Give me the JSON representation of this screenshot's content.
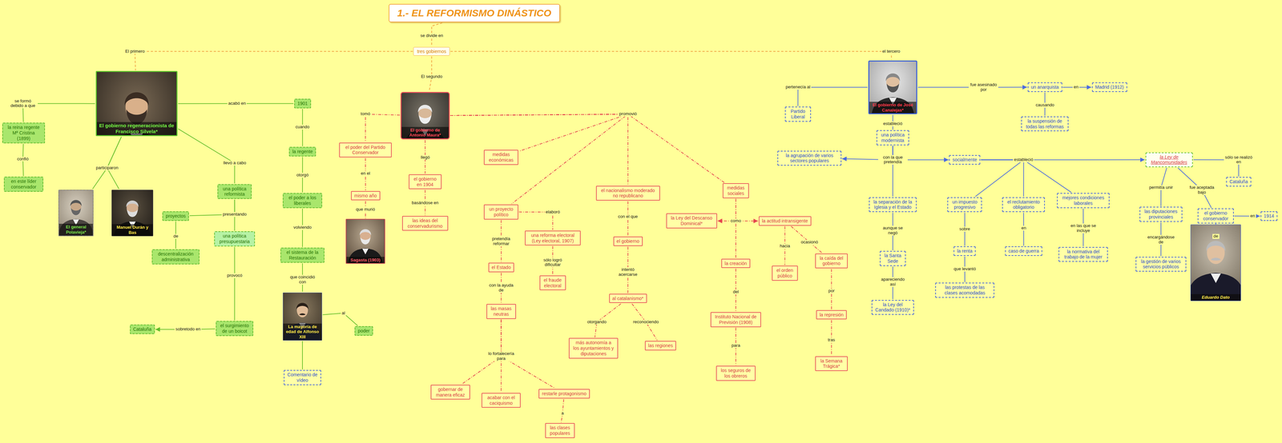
{
  "diagram": {
    "nodes": [
      {
        "text": [
          "1.- EL REFORMISMO DINÁSTICO"
        ]
      },
      {
        "text": [
          "tres gobiernos"
        ]
      },
      {
        "text": [
          "El gobierno regeneracionista de Francisco Silvela*"
        ]
      },
      {
        "text": [
          "la reina regente Mª Cristina (1899)"
        ]
      },
      {
        "text": [
          "en este líder conservador"
        ]
      },
      {
        "text": [
          "El general Polavieja*"
        ]
      },
      {
        "text": [
          "Manuel Durán y Bas"
        ]
      },
      {
        "text": [
          "una política reformista"
        ]
      },
      {
        "text": [
          "proyectos"
        ]
      },
      {
        "text": [
          "descentralización administrativa"
        ]
      },
      {
        "text": [
          "una política presupuestaria"
        ]
      },
      {
        "text": [
          "el surgimiento de un boicot"
        ]
      },
      {
        "text": [
          "Cataluña"
        ]
      },
      {
        "text": [
          "1901"
        ]
      },
      {
        "text": [
          "la regente"
        ]
      },
      {
        "text": [
          "el poder a los liberales"
        ]
      },
      {
        "text": [
          "el sistema de la Restauración"
        ]
      },
      {
        "text": [
          "La mayoría de edad de Alfonso XIII"
        ]
      },
      {
        "text": [
          "poder"
        ]
      },
      {
        "text": [
          "Comentario de vídeo"
        ]
      },
      {
        "text": [
          "El gobierno de Antonio Maura*"
        ]
      },
      {
        "text": [
          "el poder del Partido Conservador"
        ]
      },
      {
        "text": [
          "mismo año"
        ]
      },
      {
        "text": [
          "Sagasta (1903)"
        ]
      },
      {
        "text": [
          "el gobierno en 1904"
        ]
      },
      {
        "text": [
          "las ideas del conservadurismo"
        ]
      },
      {
        "text": [
          "medidas económicas"
        ]
      },
      {
        "text": [
          "un proyecto político"
        ]
      },
      {
        "text": [
          "una reforma electoral (Ley electoral, 1907)"
        ]
      },
      {
        "text": [
          "el fraude electoral"
        ]
      },
      {
        "text": [
          "el Estado"
        ]
      },
      {
        "text": [
          "las masas neutras"
        ]
      },
      {
        "text": [
          "gobernar de manera eficaz"
        ]
      },
      {
        "text": [
          "acabar con el caciquismo"
        ]
      },
      {
        "text": [
          "restarle protagonismo"
        ]
      },
      {
        "text": [
          "las clases populares"
        ]
      },
      {
        "text": [
          "el nacionalismo moderado no republicano"
        ]
      },
      {
        "text": [
          "el gobierno"
        ]
      },
      {
        "text": [
          "al catalanismo*"
        ]
      },
      {
        "text": [
          "más autonomía a los ayuntamientos y diputaciones"
        ]
      },
      {
        "text": [
          "las regiones"
        ]
      },
      {
        "text": [
          "medidas sociales"
        ]
      },
      {
        "text": [
          "la Ley del Descanso Dominical*"
        ]
      },
      {
        "text": [
          "la actitud intransigente"
        ]
      },
      {
        "text": [
          "la creación"
        ]
      },
      {
        "text": [
          "Instituto Nacional de Previsión (1908)"
        ]
      },
      {
        "text": [
          "los seguros de los obreros"
        ]
      },
      {
        "text": [
          "el orden público"
        ]
      },
      {
        "text": [
          "la caída del gobierno"
        ]
      },
      {
        "text": [
          "la represión"
        ]
      },
      {
        "text": [
          "la Semana Trágica*"
        ]
      },
      {
        "text": [
          "El gobierno de José Canalejas*"
        ]
      },
      {
        "text": [
          "Partido Liberal"
        ]
      },
      {
        "text": [
          "un anarquista"
        ]
      },
      {
        "text": [
          "Madrid (1912)"
        ]
      },
      {
        "text": [
          "la suspensión de todas las reformas"
        ]
      },
      {
        "text": [
          "una política modernista"
        ]
      },
      {
        "text": [
          "la agrupación de varios sectores populares"
        ]
      },
      {
        "text": [
          "la separación de la Iglesia y el Estado"
        ]
      },
      {
        "text": [
          "la Santa Sede"
        ]
      },
      {
        "text": [
          "la Ley del Candado (1910)*"
        ]
      },
      {
        "text": [
          "socialmente"
        ]
      },
      {
        "text": [
          "un impuesto progresivo"
        ]
      },
      {
        "text": [
          "la renta"
        ]
      },
      {
        "text": [
          "las protestas de las clases acomodadas"
        ]
      },
      {
        "text": [
          "el reclutamiento obligatorio"
        ]
      },
      {
        "text": [
          "caso de guerra"
        ]
      },
      {
        "text": [
          "mejores condiciones laborales"
        ]
      },
      {
        "text": [
          "la normativa del trabajo de la mujer"
        ]
      },
      {
        "text": [
          "la Ley de Mancomunidades"
        ]
      },
      {
        "text": [
          "Cataluña"
        ]
      },
      {
        "text": [
          "las diputaciones provinciales"
        ]
      },
      {
        "text": [
          "la gestión de varios servicios públicos"
        ]
      },
      {
        "text": [
          "el gobierno conservador"
        ]
      },
      {
        "text": [
          "1914"
        ]
      },
      {
        "text": [
          "Eduardo Dato"
        ]
      }
    ],
    "edges": [
      {
        "from": 0,
        "to": 1,
        "label": "se divide en",
        "arrow": "none"
      },
      {
        "from": 1,
        "to": 2,
        "label": "El primero",
        "arrow": "none"
      },
      {
        "from": 1,
        "to": 20,
        "label": "El segundo",
        "arrow": "none"
      },
      {
        "from": 1,
        "to": 51,
        "label": "el tercero",
        "arrow": "none"
      },
      {
        "from": 2,
        "to": 3,
        "label": "se formó debido a que",
        "arrow": "none"
      },
      {
        "from": 3,
        "to": 4,
        "label": "confió",
        "arrow": "none"
      },
      {
        "from": 2,
        "to": 5,
        "label": "participaron",
        "arrow": "none"
      },
      {
        "from": 2,
        "to": 6,
        "arrow": "none"
      },
      {
        "from": 2,
        "to": 7,
        "label": "llevó a cabo",
        "arrow": "none"
      },
      {
        "from": 7,
        "to": 8,
        "label": "presentando",
        "arrow": "none"
      },
      {
        "from": 7,
        "to": 10,
        "arrow": "none"
      },
      {
        "from": 8,
        "to": 9,
        "label": "de",
        "arrow": "none"
      },
      {
        "from": 10,
        "to": 11,
        "label": "provocó",
        "arrow": "none"
      },
      {
        "from": 11,
        "to": 12,
        "label": "sobretodo en",
        "arrow": "to"
      },
      {
        "from": 2,
        "to": 13,
        "label": "acabó en",
        "arrow": "none"
      },
      {
        "from": 13,
        "to": 14,
        "label": "cuando",
        "arrow": "none"
      },
      {
        "from": 14,
        "to": 15,
        "label": "otorgó",
        "arrow": "none"
      },
      {
        "from": 15,
        "to": 16,
        "label": "volviendo",
        "arrow": "none"
      },
      {
        "from": 16,
        "to": 17,
        "label": "que coincidió con",
        "arrow": "none"
      },
      {
        "from": 17,
        "to": 18,
        "label": "al",
        "arrow": "none"
      },
      {
        "from": 17,
        "to": 19,
        "arrow": "none"
      },
      {
        "from": 20,
        "to": 21,
        "label": "tomó",
        "arrow": "none"
      },
      {
        "from": 21,
        "to": 22,
        "label": "en el",
        "arrow": "none"
      },
      {
        "from": 22,
        "to": 23,
        "label": "que murió",
        "arrow": "none"
      },
      {
        "from": 20,
        "to": 24,
        "label": "llegó",
        "arrow": "none"
      },
      {
        "from": 24,
        "to": 25,
        "label": "basándose en",
        "arrow": "none"
      },
      {
        "from": 20,
        "to": 26,
        "label": "promovió",
        "arrow": "none"
      },
      {
        "from": 20,
        "to": 27,
        "arrow": "none"
      },
      {
        "from": 20,
        "to": 36,
        "arrow": "none"
      },
      {
        "from": 20,
        "to": 41,
        "arrow": "none"
      },
      {
        "from": 27,
        "to": 28,
        "label": "elaboró",
        "arrow": "none"
      },
      {
        "from": 28,
        "to": 29,
        "label": "sólo logró dificultar",
        "arrow": "none"
      },
      {
        "from": 27,
        "to": 30,
        "label": "pretendía reformar",
        "arrow": "none"
      },
      {
        "from": 30,
        "to": 31,
        "label": "con la ayuda de",
        "arrow": "none"
      },
      {
        "from": 31,
        "to": 32,
        "label": "lo fortalecería para",
        "arrow": "none"
      },
      {
        "from": 31,
        "to": 33,
        "arrow": "none"
      },
      {
        "from": 31,
        "to": 34,
        "arrow": "none"
      },
      {
        "from": 34,
        "to": 35,
        "label": "a",
        "arrow": "none"
      },
      {
        "from": 36,
        "to": 37,
        "label": "con el que",
        "arrow": "none"
      },
      {
        "from": 37,
        "to": 38,
        "label": "intentó acercarse",
        "arrow": "none"
      },
      {
        "from": 38,
        "to": 39,
        "label": "otorgando",
        "arrow": "none"
      },
      {
        "from": 38,
        "to": 40,
        "label": "reconociendo",
        "arrow": "none"
      },
      {
        "from": 41,
        "to": 42,
        "label": "como",
        "arrow": "to"
      },
      {
        "from": 41,
        "to": 43,
        "arrow": "to"
      },
      {
        "from": 41,
        "to": 44,
        "arrow": "none"
      },
      {
        "from": 44,
        "to": 45,
        "label": "del",
        "arrow": "none"
      },
      {
        "from": 45,
        "to": 46,
        "label": "para",
        "arrow": "none"
      },
      {
        "from": 43,
        "to": 47,
        "label": "hacia",
        "arrow": "none"
      },
      {
        "from": 43,
        "to": 48,
        "label": "ocasionó",
        "arrow": "none"
      },
      {
        "from": 48,
        "to": 49,
        "label": "por",
        "arrow": "none"
      },
      {
        "from": 49,
        "to": 50,
        "label": "tras",
        "arrow": "none"
      },
      {
        "from": 51,
        "to": 52,
        "label": "pertenecía al",
        "arrow": "none"
      },
      {
        "from": 51,
        "to": 53,
        "label": "fue asesinado por",
        "arrow": "to"
      },
      {
        "from": 53,
        "to": 54,
        "label": "en",
        "arrow": "to"
      },
      {
        "from": 53,
        "to": 55,
        "label": "causando",
        "arrow": "none"
      },
      {
        "from": 51,
        "to": 56,
        "label": "estableció",
        "arrow": "none"
      },
      {
        "from": 56,
        "to": 57,
        "label": "con la que pretendía",
        "arrow": "to"
      },
      {
        "from": 56,
        "to": 61,
        "arrow": "to"
      },
      {
        "from": 56,
        "to": 58,
        "arrow": "none"
      },
      {
        "from": 58,
        "to": 59,
        "label": "aunque se negó",
        "arrow": "none"
      },
      {
        "from": 59,
        "to": 60,
        "label": "apareciendo así",
        "arrow": "none"
      },
      {
        "from": 61,
        "to": 62,
        "label": "estableció",
        "arrow": "none"
      },
      {
        "from": 61,
        "to": 65,
        "arrow": "none"
      },
      {
        "from": 61,
        "to": 67,
        "arrow": "none"
      },
      {
        "from": 61,
        "to": 69,
        "arrow": "to"
      },
      {
        "from": 62,
        "to": 63,
        "label": "sobre",
        "arrow": "none"
      },
      {
        "from": 63,
        "to": 64,
        "label": "que levantó",
        "arrow": "none"
      },
      {
        "from": 65,
        "to": 66,
        "label": "en",
        "arrow": "none"
      },
      {
        "from": 67,
        "to": 68,
        "label": "en las que se incluye",
        "arrow": "none"
      },
      {
        "from": 69,
        "to": 70,
        "label": "sólo se realizó en",
        "arrow": "none"
      },
      {
        "from": 69,
        "to": 71,
        "label": "permitía unir",
        "arrow": "none"
      },
      {
        "from": 71,
        "to": 72,
        "label": "encargándose de",
        "arrow": "none"
      },
      {
        "from": 69,
        "to": 73,
        "label": "fue aceptada bajo",
        "arrow": "none"
      },
      {
        "from": 73,
        "to": 74,
        "label": "en",
        "arrow": "to"
      },
      {
        "from": 73,
        "to": 75,
        "label": "de",
        "arrow": "none"
      }
    ]
  }
}
